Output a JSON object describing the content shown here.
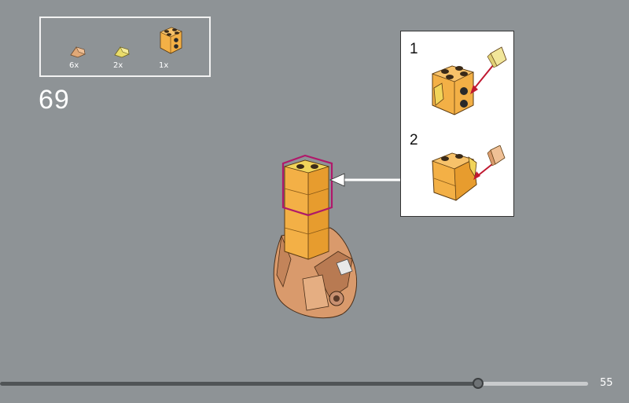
{
  "parts_list": [
    {
      "qty": "6x",
      "icon": "tan-slope-brick-icon",
      "color": "#e0a877"
    },
    {
      "qty": "2x",
      "icon": "yellow-slope-brick-icon",
      "color": "#e9dc6a"
    },
    {
      "qty": "1x",
      "icon": "orange-2x2-brick-icon",
      "color": "#f3b046"
    }
  ],
  "step_number": "69",
  "substeps": [
    {
      "number": "1"
    },
    {
      "number": "2"
    }
  ],
  "colors": {
    "background": "#8e9396",
    "orange_trans": "#f3b046",
    "tan": "#d99a6c",
    "highlight_outline": "#b0186a",
    "arrow_red": "#c01830"
  },
  "progress": {
    "fraction": 0.813
  },
  "page_number": "55"
}
